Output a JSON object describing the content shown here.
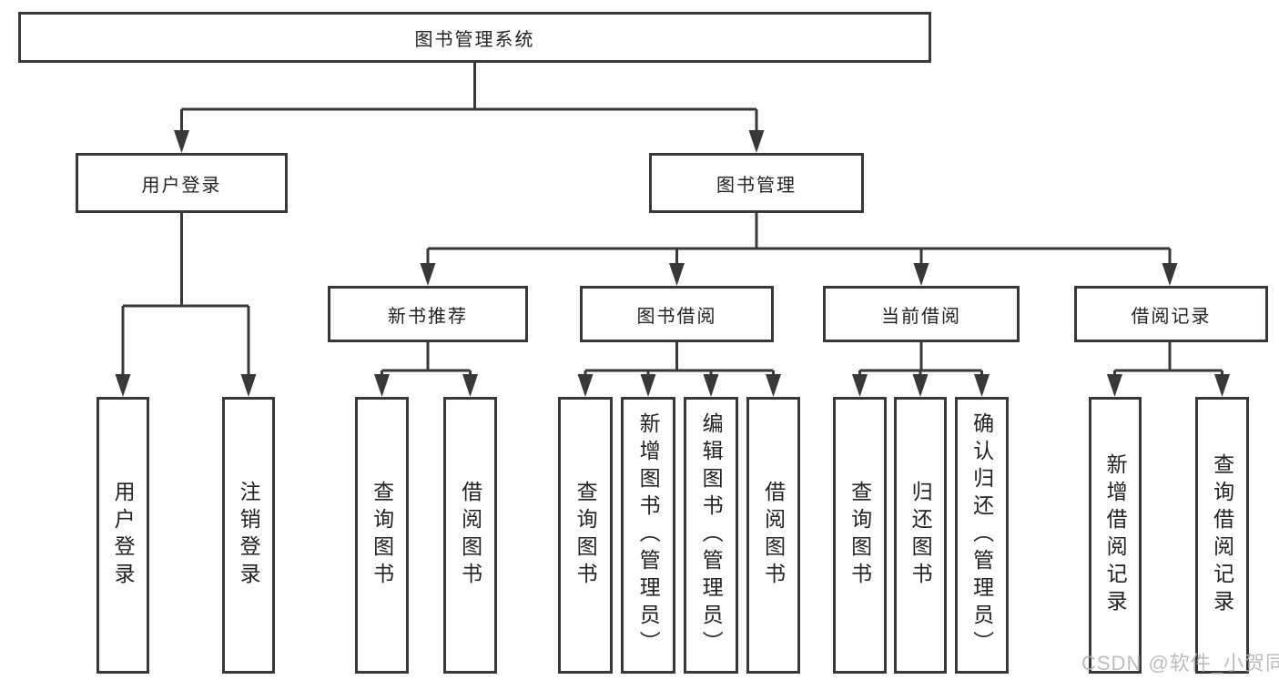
{
  "diagram": {
    "type": "function-structure-tree",
    "root": {
      "label": "图书管理系统",
      "children": [
        {
          "label": "用户登录",
          "children": [
            {
              "label": "用户登录"
            },
            {
              "label": "注销登录"
            }
          ]
        },
        {
          "label": "图书管理",
          "children": [
            {
              "label": "新书推荐",
              "children": [
                {
                  "label": "查询图书"
                },
                {
                  "label": "借阅图书"
                }
              ]
            },
            {
              "label": "图书借阅",
              "children": [
                {
                  "label": "查询图书"
                },
                {
                  "label": "新增图书（管理员）"
                },
                {
                  "label": "编辑图书（管理员）"
                },
                {
                  "label": "借阅图书"
                }
              ]
            },
            {
              "label": "当前借阅",
              "children": [
                {
                  "label": "查询图书"
                },
                {
                  "label": "归还图书"
                },
                {
                  "label": "确认归还（管理员）"
                }
              ]
            },
            {
              "label": "借阅记录",
              "children": [
                {
                  "label": "新增借阅记录"
                },
                {
                  "label": "查询借阅记录"
                }
              ]
            }
          ]
        }
      ]
    }
  },
  "watermark": {
    "text": "CSDN @软件_小贺同学"
  },
  "colors": {
    "line": "#383838",
    "box_border": "#383838",
    "box_fill": "#ffffff",
    "text": "#222222",
    "watermark": "#b5b5b5"
  }
}
